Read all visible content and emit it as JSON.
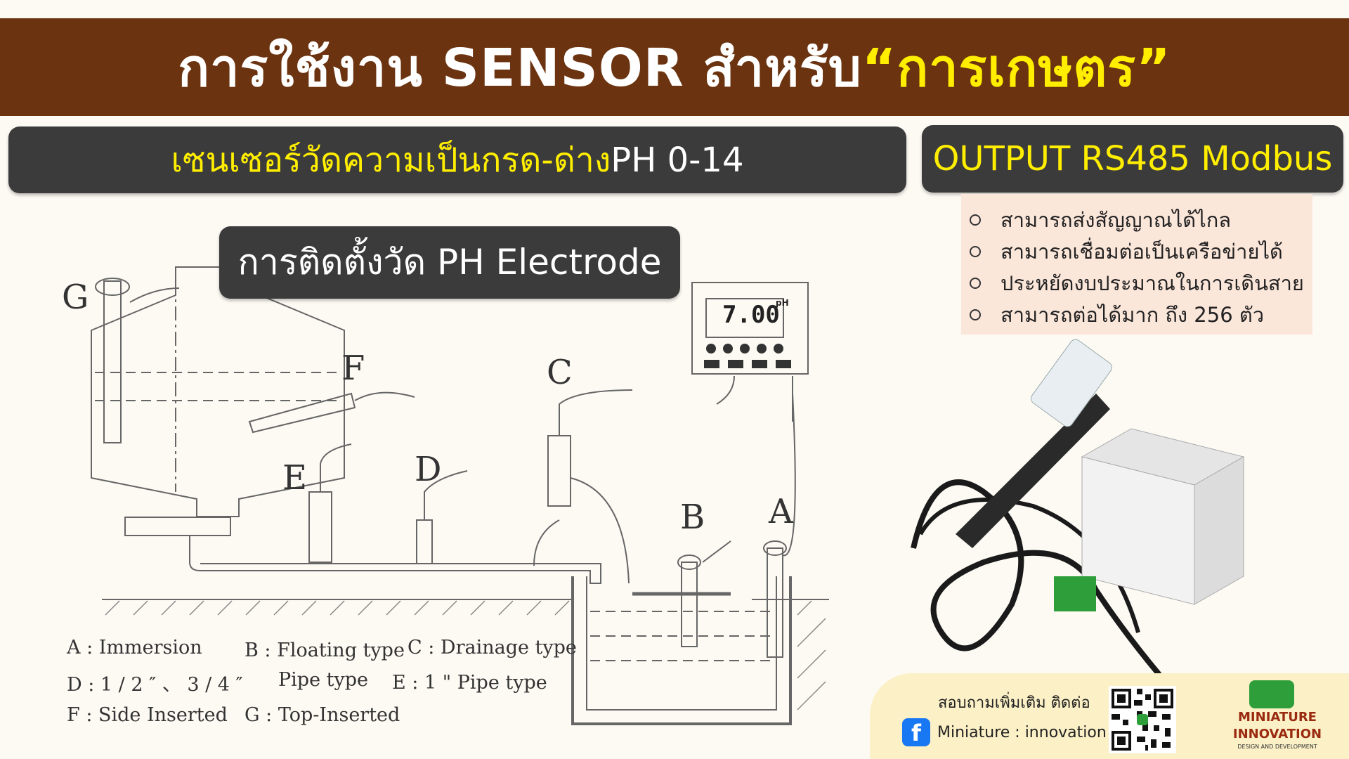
{
  "header": {
    "title_main": "การใช้งาน SENSOR สำหรับ ",
    "title_highlight": "“การเกษตร”"
  },
  "subheader": {
    "ph_label": "เซนเซอร์วัดความเป็นกรด-ด่าง ",
    "ph_range": "PH 0-14",
    "output_label": "OUTPUT RS485 Modbus"
  },
  "install_label": "การติดตั้งวัด PH Electrode",
  "features": [
    "สามารถส่งสัญญาณได้ไกล",
    "สามารถเชื่อมต่อเป็นเครือข่ายได้",
    "ประหยัดงบประมาณในการเดินสาย",
    "สามารถต่อได้มาก ถึง 256 ตัว"
  ],
  "diagram": {
    "labels": [
      "G",
      "F",
      "E",
      "D",
      "C",
      "B",
      "A"
    ],
    "meter_reading": "7.00",
    "meter_unit": "pH"
  },
  "legend": [
    "A : Immersion",
    "B : Floating type",
    "C : Drainage type",
    "D : 1 / 2 ″ 、 3 / 4 ″",
    "Pipe type",
    "E : 1 \" Pipe type",
    "F : Side Inserted",
    "G : Top-Inserted"
  ],
  "contact": {
    "title": "สอบถามเพิ่มเติม ติดต่อ",
    "facebook": "Miniature : innovation"
  },
  "logo": {
    "line1": "MINIATURE",
    "line2": "INNOVATION",
    "line3": "DESIGN AND DEVELOPMENT"
  },
  "colors": {
    "banner": "#6b3310",
    "highlight": "#ffee00",
    "pill": "#3b3b3b",
    "features_bg": "#fbe6da",
    "contact_bg": "#fbf0c6"
  }
}
